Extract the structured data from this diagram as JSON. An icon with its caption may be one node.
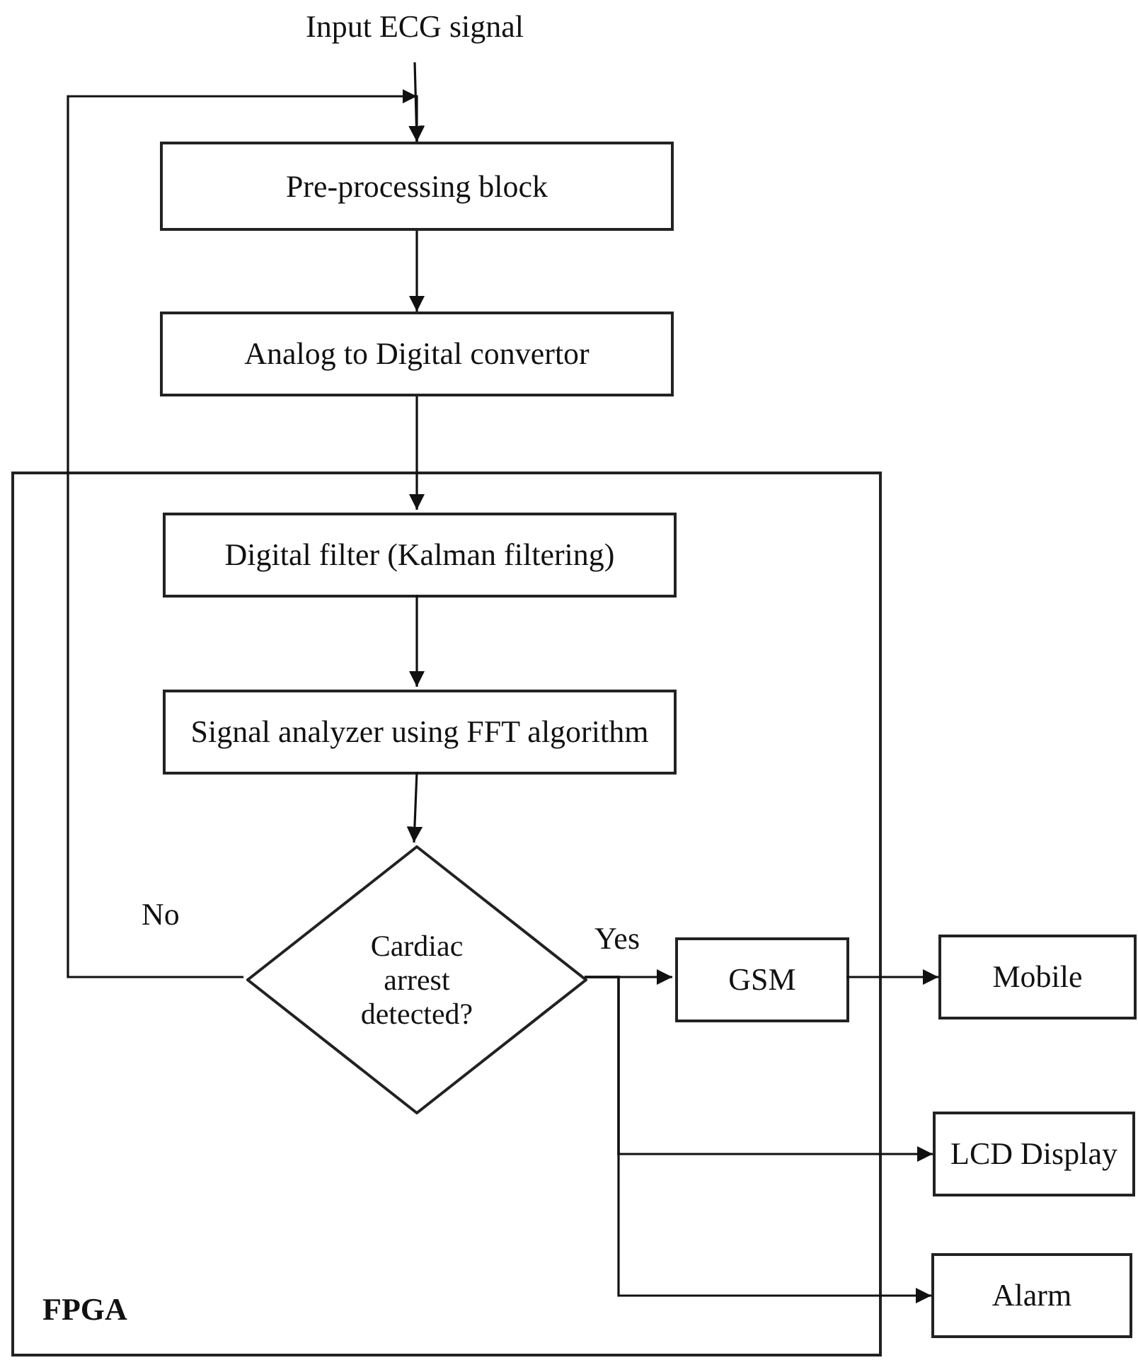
{
  "diagram": {
    "nodes": [
      {
        "text": [
          "Input ECG signal"
        ]
      },
      {
        "text": [
          "Pre-processing block"
        ]
      },
      {
        "text": [
          "Analog to Digital convertor"
        ]
      },
      {
        "text": [
          "FPGA"
        ]
      },
      {
        "text": [
          "Digital filter (Kalman filtering)"
        ],
        "in": 3
      },
      {
        "text": [
          "Signal analyzer using FFT algorithm"
        ],
        "in": 3
      },
      {
        "text": [
          "Cardiac arrest detected?"
        ],
        "in": 3
      },
      {
        "text": [
          "GSM"
        ],
        "in": 3
      },
      {
        "text": [
          "Mobile"
        ]
      },
      {
        "text": [
          "LCD Display"
        ]
      },
      {
        "text": [
          "Alarm"
        ]
      }
    ],
    "edges": [
      {
        "from": 0,
        "to": 1,
        "arrow": "to"
      },
      {
        "from": 1,
        "to": 2,
        "arrow": "to"
      },
      {
        "from": 2,
        "to": 4,
        "arrow": "to"
      },
      {
        "from": 4,
        "to": 5,
        "arrow": "to"
      },
      {
        "from": 5,
        "to": 6,
        "arrow": "to"
      },
      {
        "from": 6,
        "to": 1,
        "arrow": "to",
        "label": "No"
      },
      {
        "from": 6,
        "to": 7,
        "arrow": "to",
        "label": "Yes"
      },
      {
        "from": 7,
        "to": 8,
        "arrow": "to"
      },
      {
        "from": 6,
        "to": 9,
        "arrow": "to"
      },
      {
        "from": 6,
        "to": 10,
        "arrow": "to"
      }
    ]
  }
}
